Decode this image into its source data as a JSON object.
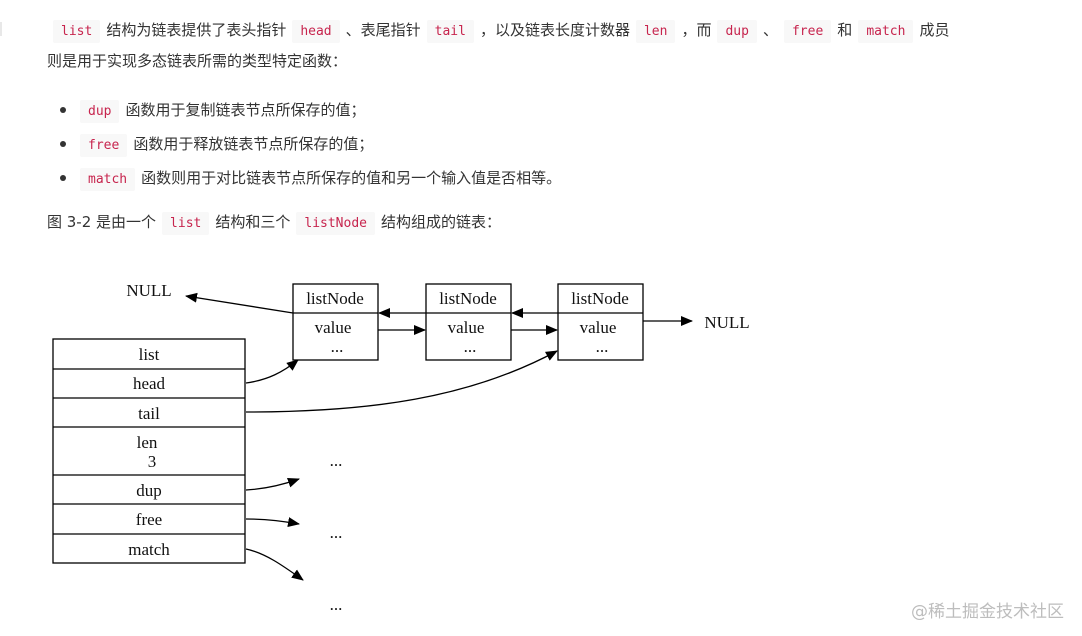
{
  "intro": {
    "line1": {
      "code_list": "list",
      "t1": "结构为链表提供了表头指针",
      "code_head": "head",
      "t2": "、表尾指针",
      "code_tail": "tail",
      "t3": "，以及链表长度计数器",
      "code_len": "len",
      "t4": "，而",
      "code_dup": "dup",
      "t5": "、",
      "code_free": "free",
      "t6": "和",
      "code_match": "match",
      "t7": "成员"
    },
    "line2": "则是用于实现多态链表所需的类型特定函数："
  },
  "bullets": [
    {
      "code": "dup",
      "text": "函数用于复制链表节点所保存的值；"
    },
    {
      "code": "free",
      "text": "函数用于释放链表节点所保存的值；"
    },
    {
      "code": "match",
      "text": "函数则用于对比链表节点所保存的值和另一个输入值是否相等。"
    }
  ],
  "figure_caption": {
    "t1": "图 3-2 是由一个",
    "code_list": "list",
    "t2": "结构和三个",
    "code_listnode": "listNode",
    "t3": "结构组成的链表："
  },
  "diagram": {
    "null_left": "NULL",
    "null_right": "NULL",
    "nodes": [
      {
        "title": "listNode",
        "value": "value",
        "more": "..."
      },
      {
        "title": "listNode",
        "value": "value",
        "more": "..."
      },
      {
        "title": "listNode",
        "value": "value",
        "more": "..."
      }
    ],
    "list_struct": {
      "title": "list",
      "fields": [
        "head",
        "tail",
        "len",
        "dup",
        "free",
        "match"
      ],
      "len_value": "3"
    },
    "ellipses": [
      "...",
      "...",
      "..."
    ]
  },
  "watermark": "@稀土掘金技术社区"
}
